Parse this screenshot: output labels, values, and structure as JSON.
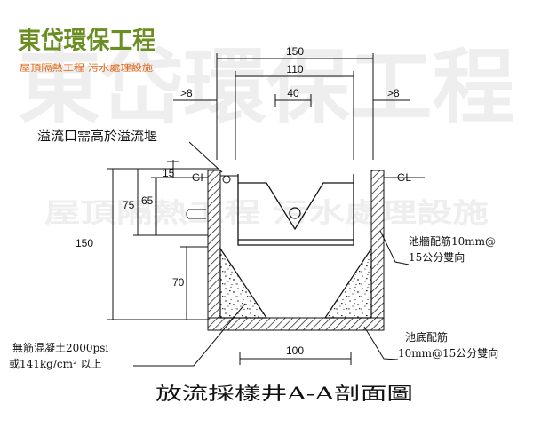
{
  "logo": {
    "name": "東岱環保工程",
    "tagline": "屋頂隔熱工程 污水處理設施"
  },
  "watermark": {
    "line1": "東岱環保工程",
    "line2": "屋頂隔熱工程 污水處理設施"
  },
  "title": "放流採樣井A-A剖面圖",
  "dimensions": {
    "top_outer_width": "150",
    "top_inner_width": "110",
    "weir_width": "40",
    "left_offset": ">8",
    "right_offset": ">8",
    "bottom_width": "100",
    "total_height": "150",
    "height_75": "75",
    "height_65": "65",
    "height_15": "15",
    "height_70": "70"
  },
  "labels": {
    "gl_left": "GI",
    "gl_right": "GL"
  },
  "notes": {
    "overflow": "溢流口需高於溢流堰",
    "wall_rebar_line1": "池牆配筋10mm@",
    "wall_rebar_line2": "15公分雙向",
    "bottom_rebar_line1": "池底配筋",
    "bottom_rebar_line2": "10mm@15公分雙向",
    "concrete_line1": "無筋混凝土2000psi",
    "concrete_line2": "或141kg/cm² 以上"
  },
  "colors": {
    "logo_green": "#6b8e23",
    "logo_orange": "#e06010",
    "ink": "#111111",
    "watermark": "#eeeeee"
  }
}
